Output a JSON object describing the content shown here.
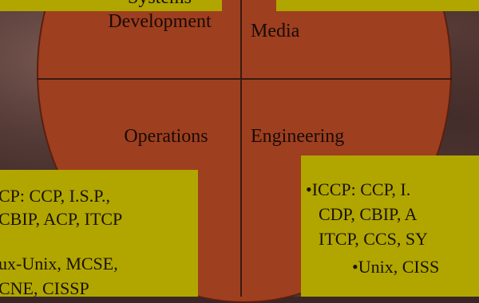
{
  "quadrants": {
    "systems_development_line1": "Systems",
    "systems_development_line2": "Development",
    "media": "Media",
    "operations": "Operations",
    "engineering": "Engineering"
  },
  "left_box": {
    "line1": "CP: CCP, I.S.P.,",
    "line2": "CBIP, ACP, ITCP",
    "line3": "ux-Unix, MCSE,",
    "line4": "CNE, CISSP"
  },
  "right_box": {
    "line1": "•ICCP: CCP, I.",
    "line2": "CDP, CBIP, A",
    "line3": "ITCP, CCS, SY",
    "line4": "•Unix, CISS"
  },
  "colors": {
    "circle_fill": "#9e3f1f",
    "label_box": "#b1a600",
    "divider": "#3a1a10"
  }
}
